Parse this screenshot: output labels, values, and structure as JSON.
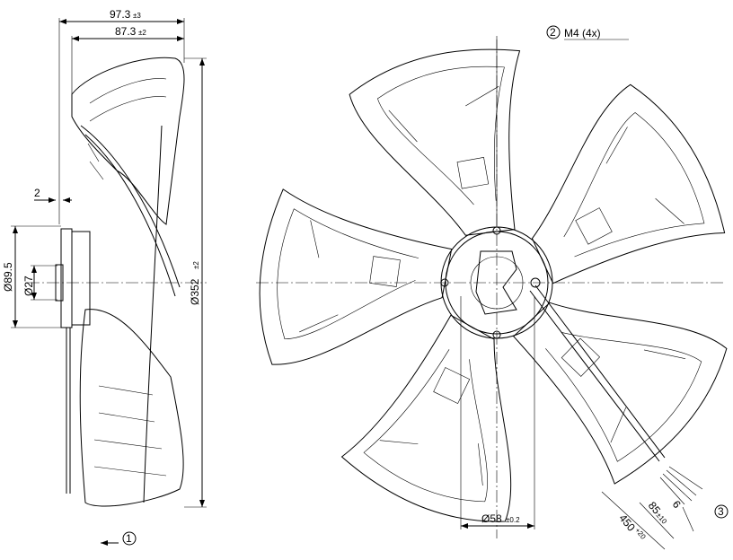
{
  "side_view": {
    "dims": {
      "overall_depth": "97.3",
      "overall_depth_tol": "±3",
      "blade_depth": "87.3",
      "blade_depth_tol": "±2",
      "flange_offset": "2",
      "hub_diameter": "Ø89.5",
      "bore_diameter": "Ø27",
      "fan_diameter": "Ø352",
      "fan_diameter_tol": "±2"
    },
    "airflow_callout": "1"
  },
  "front_view": {
    "thread_callout_num": "2",
    "thread_callout": "M4 (4x)",
    "bolt_circle": "Ø58",
    "bolt_circle_tol": "±0.2",
    "cable": {
      "length": "450",
      "length_tol": "+20",
      "strip_length": "85",
      "strip_tol": "±10",
      "wire_end": "6",
      "callout": "3"
    }
  }
}
